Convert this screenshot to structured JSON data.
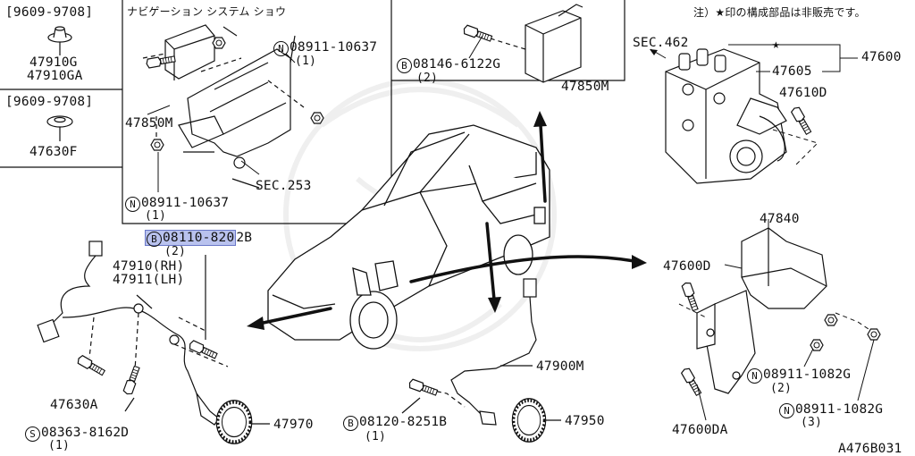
{
  "note": "注）★印の構成部品は非販売です。",
  "doc_code": "A476B031",
  "insets": {
    "left_top": {
      "date_range": "[9609-9708]",
      "part_a": "47910G",
      "part_b": "47910GA"
    },
    "left_mid": {
      "date_range": "[9609-9708]",
      "part": "47630F"
    },
    "navigation": {
      "title": "ナビゲーション システム ショウ",
      "nut_top_code": "08911-10637",
      "nut_top_qty": "(1)",
      "bracket": "47850M",
      "nut_bottom_code": "08911-10637",
      "nut_bottom_qty": "(1)",
      "section": "SEC.253"
    }
  },
  "callouts": {
    "bolt_module_code": "08146-6122G",
    "bolt_module_qty": "(2)",
    "module": "47850M",
    "sec462": "SEC.462",
    "star": "★",
    "actuator_assy": "47600",
    "actuator": "47605",
    "bolt_actuator": "47610D",
    "bracket": "47840",
    "bracket_bolt": "47600D",
    "nut_1082g_a_code": "08911-1082G",
    "nut_1082g_a_qty": "(2)",
    "nut_1082g_b_code": "08911-1082G",
    "nut_1082g_b_qty": "(3)",
    "bracket_bolt_b": "47600DA",
    "front_bolt_code_hl": "08110-820",
    "front_bolt_code_rest": "2B",
    "front_bolt_qty": "(2)",
    "sensor_rh": "47910(RH)",
    "sensor_lh": "47911(LH)",
    "clip_bolt": "47630A",
    "screw_code": "08363-8162D",
    "screw_qty": "(1)",
    "front_rotor": "47970",
    "rear_bolt_code": "08120-8251B",
    "rear_bolt_qty": "(1)",
    "rear_sensor": "47900M",
    "rear_rotor": "47950"
  },
  "prefix": {
    "N": "N",
    "B": "B",
    "S": "S"
  }
}
